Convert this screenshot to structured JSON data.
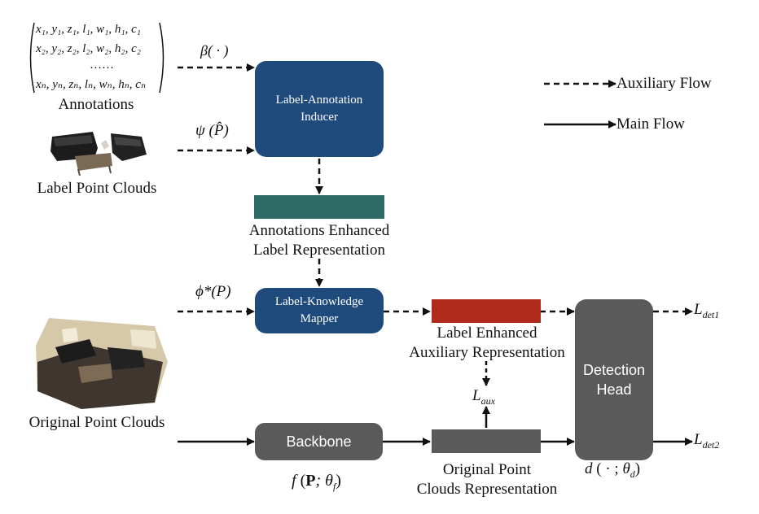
{
  "annotations": {
    "rows": [
      "x₁, y₁, z₁, l₁, w₁, h₁, c₁",
      "x₂, y₂, z₂, l₂, w₂, h₂, c₂",
      "……",
      "xₙ, yₙ, zₙ, lₙ, wₙ, hₙ, cₙ"
    ],
    "caption": "Annotations"
  },
  "label_point_clouds": {
    "caption": "Label Point Clouds"
  },
  "original_point_clouds": {
    "caption": "Original Point Clouds"
  },
  "math": {
    "beta": "β( · )",
    "psi": "ψ (P̂)",
    "phi": "ϕ*(P)",
    "f": "f (P; θf)",
    "d": "d ( · ; θd)",
    "l_aux": "Laux",
    "l_det1": "Ldet1",
    "l_det2": "Ldet2"
  },
  "boxes": {
    "inducer": [
      "Label-Annotation",
      "Inducer"
    ],
    "mapper": [
      "Label-Knowledge",
      "Mapper"
    ],
    "backbone": "Backbone",
    "detection_head": [
      "Detection",
      "Head"
    ]
  },
  "representations": {
    "annotations_enhanced": [
      "Annotations Enhanced",
      "Label Representation"
    ],
    "label_enhanced": [
      "Label Enhanced",
      "Auxiliary Representation"
    ],
    "original_point": [
      "Original Point",
      "Clouds Representation"
    ]
  },
  "legend": {
    "auxiliary": "Auxiliary Flow",
    "main": "Main Flow"
  },
  "colors": {
    "blue_box": "#1e4a7c",
    "gray_box": "#5a5a5a",
    "teal_bar": "#2e6b66",
    "red_bar": "#b02a1c"
  }
}
